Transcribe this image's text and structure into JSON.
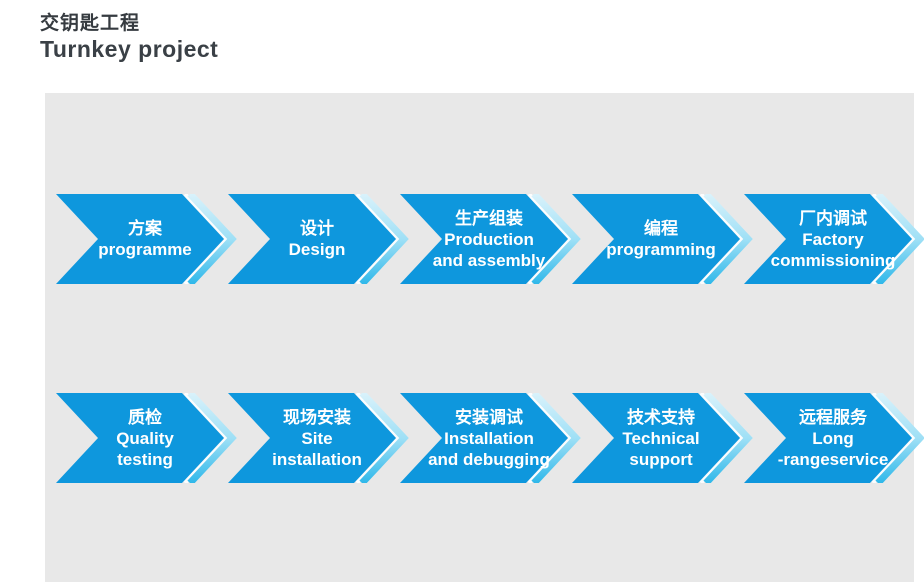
{
  "title": {
    "zh": "交钥匙工程",
    "en": "Turnkey project"
  },
  "colors": {
    "arrow_blue": "#0e97dd",
    "bevel_light": "#d9f2fb",
    "bevel_mid": "#9fe0f6",
    "bevel_cyan": "#2fb8ea",
    "panel_bg": "#e8e8e8",
    "title_text": "#3a4046",
    "step_text": "#ffffff"
  },
  "rows": [
    {
      "name": "row-1",
      "steps": [
        {
          "lines": [
            "方案",
            "programme"
          ]
        },
        {
          "lines": [
            "设计",
            "Design"
          ]
        },
        {
          "lines": [
            "生产组装",
            "Production",
            "and assembly"
          ]
        },
        {
          "lines": [
            "编程",
            "programming"
          ]
        },
        {
          "lines": [
            "厂内调试",
            "Factory",
            "commissioning"
          ]
        }
      ]
    },
    {
      "name": "row-2",
      "steps": [
        {
          "lines": [
            "质检",
            "Quality",
            "testing"
          ]
        },
        {
          "lines": [
            "现场安装",
            "Site",
            "installation"
          ]
        },
        {
          "lines": [
            "安装调试",
            "Installation",
            "and debugging"
          ]
        },
        {
          "lines": [
            "技术支持",
            "Technical",
            "support"
          ]
        },
        {
          "lines": [
            "远程服务",
            "Long",
            "-rangeservice"
          ]
        }
      ]
    }
  ]
}
